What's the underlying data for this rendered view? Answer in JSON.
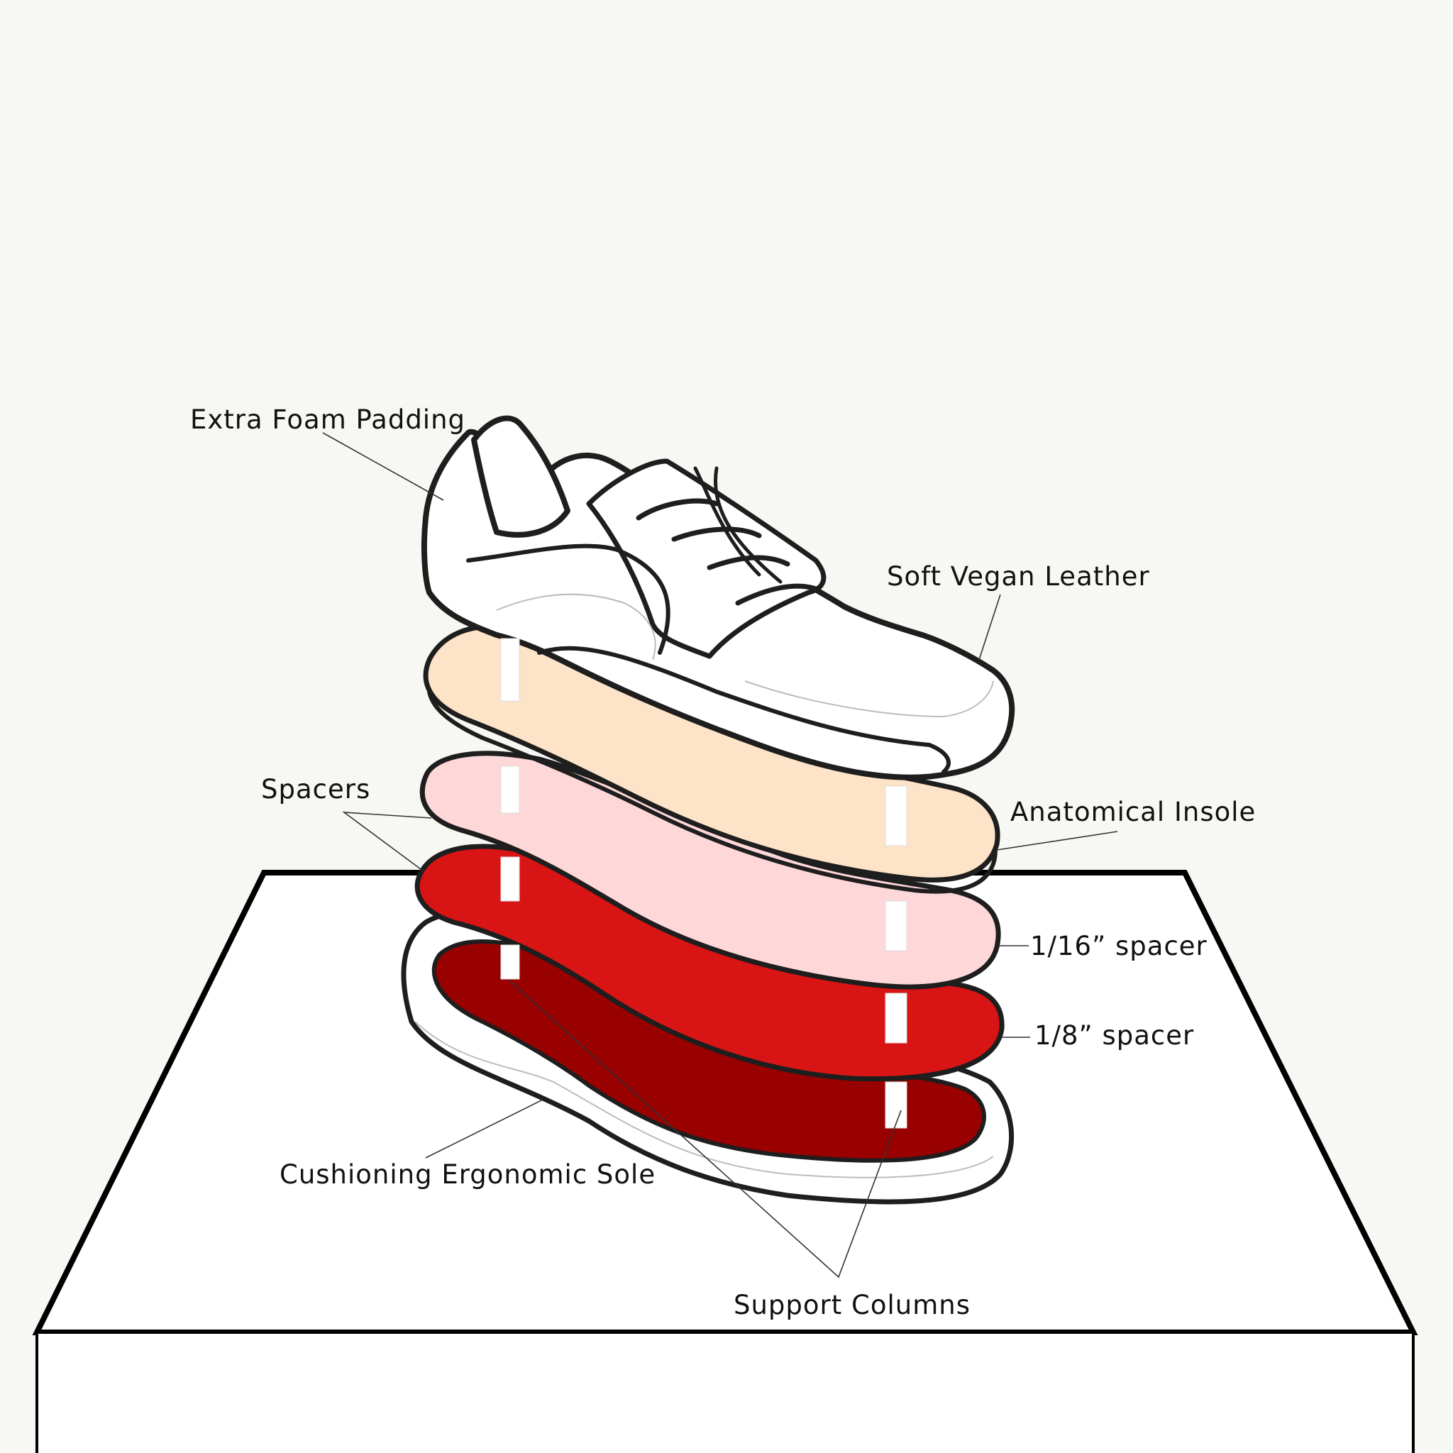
{
  "colors": {
    "background": "#f7f8f3",
    "pedestal": "#ffffff",
    "insole": "#fde3c7",
    "spacer_thin": "#fed7d9",
    "spacer_thick": "#d91414",
    "sole_bed": "#990000",
    "shoe_upper": "#ffffff",
    "outline": "#1e1e1e"
  },
  "labels": {
    "extra_foam_padding": "Extra Foam Padding",
    "soft_vegan_leather": "Soft Vegan Leather",
    "spacers": "Spacers",
    "anatomical_insole": "Anatomical Insole",
    "spacer_1_16": "1/16” spacer",
    "spacer_1_8": "1/8” spacer",
    "cushioning_sole": "Cushioning Ergonomic Sole",
    "support_columns": "Support Columns"
  },
  "icons": {
    "shoe_upper": "sneaker-upper-icon",
    "support_column": "column-rod-icon"
  }
}
